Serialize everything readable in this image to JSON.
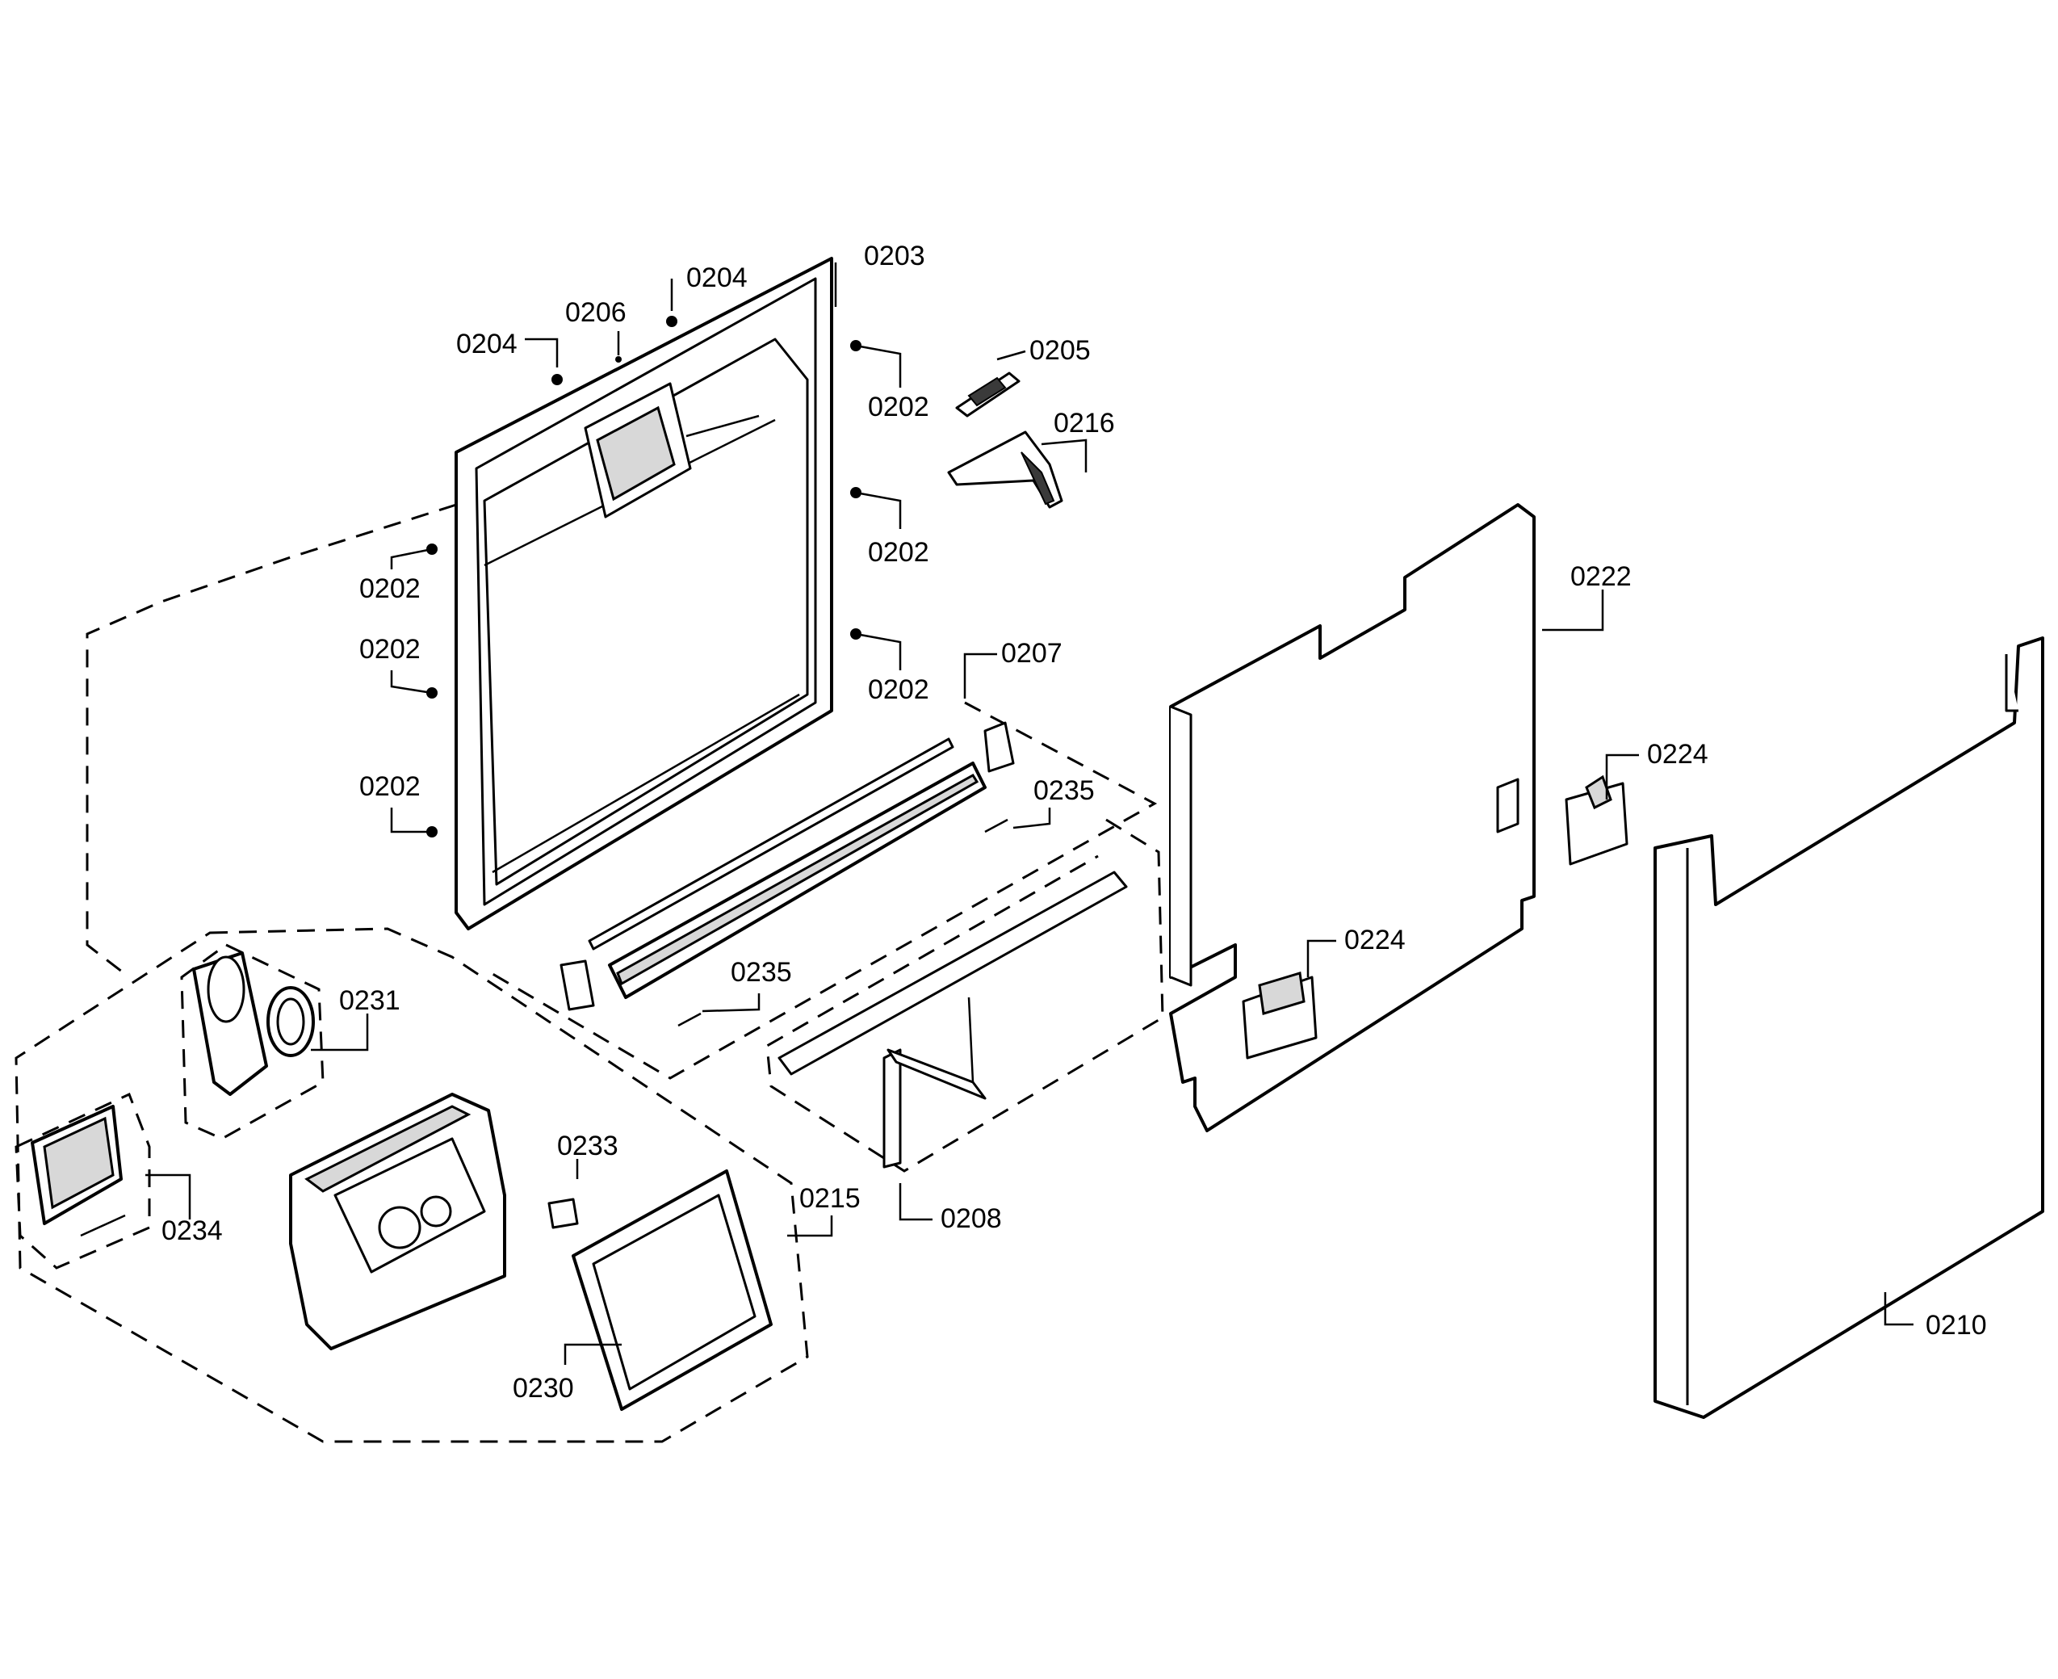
{
  "diagram": {
    "labels": {
      "p0203": "0203",
      "p0204_a": "0204",
      "p0204_b": "0204",
      "p0206": "0206",
      "p0202_a": "0202",
      "p0202_b": "0202",
      "p0202_c": "0202",
      "p0202_d": "0202",
      "p0202_e": "0202",
      "p0202_f": "0202",
      "p0205": "0205",
      "p0216": "0216",
      "p0207": "0207",
      "p0235_a": "0235",
      "p0235_b": "0235",
      "p0222": "0222",
      "p0224_a": "0224",
      "p0224_b": "0224",
      "p0231": "0231",
      "p0234": "0234",
      "p0233": "0233",
      "p0215": "0215",
      "p0230": "0230",
      "p0208": "0208",
      "p0210": "0210"
    }
  }
}
